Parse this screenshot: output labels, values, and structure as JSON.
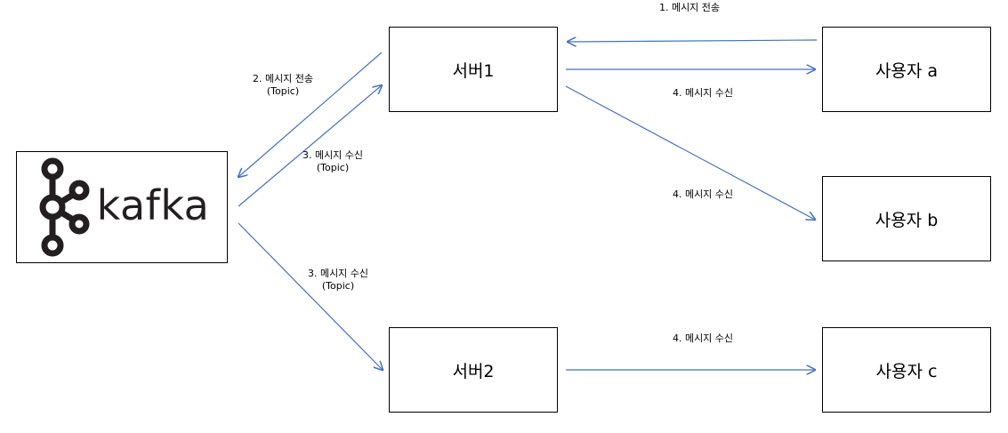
{
  "nodes": {
    "kafka": {
      "label": "kafka"
    },
    "server1": {
      "label": "서버1"
    },
    "server2": {
      "label": "서버2"
    },
    "user_a": {
      "label": "사용자 a"
    },
    "user_b": {
      "label": "사용자 b"
    },
    "user_c": {
      "label": "사용자 c"
    }
  },
  "edges": {
    "user_a_to_server1": {
      "label": "1. 메시지 전송"
    },
    "server1_to_kafka": {
      "label": "2. 메시지 전송",
      "sublabel": "(Topic)"
    },
    "kafka_to_server1": {
      "label": "3. 메시지 수신",
      "sublabel": "(Topic)"
    },
    "kafka_to_server2": {
      "label": "3. 메시지 수신",
      "sublabel": "(Topic)"
    },
    "server1_to_user_a": {
      "label": "4. 메시지 수신"
    },
    "server1_to_user_b": {
      "label": "4. 메시지 수신"
    },
    "server2_to_user_c": {
      "label": "4. 메시지 수신"
    }
  },
  "colors": {
    "arrow": "#4472c4",
    "box_border": "#000000",
    "kafka_logo": "#231f20"
  }
}
